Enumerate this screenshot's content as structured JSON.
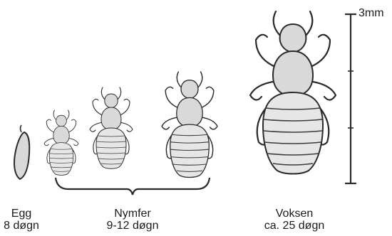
{
  "stages": [
    {
      "name": "Egg",
      "duration": "8 døgn"
    },
    {
      "name": "Nymfer",
      "duration": "9-12 døgn"
    },
    {
      "name": "Voksen",
      "duration": "ca. 25 døgn"
    }
  ],
  "scale": {
    "label": "3mm"
  },
  "colors": {
    "ink": "#2a2a2a",
    "shade": "#d9d9d9",
    "background": "#ffffff"
  }
}
